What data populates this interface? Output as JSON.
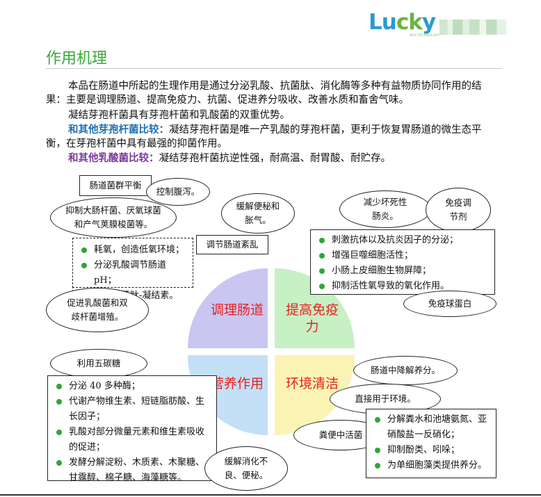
{
  "header": {
    "logo_prefix": "Lu",
    "logo_mid": "ck",
    "logo_suffix": "y",
    "logo_sub": "BIO-TECHNOLOGY",
    "title": "作用机理"
  },
  "body": {
    "p1": "本品在肠道中所起的生理作用是通过分泌乳酸、抗菌肽、消化酶等多种有益物质协同作用的结果：主要是调理肠道、提高免疫力、抗菌、促进养分吸收、改善水质和畜舍气味。",
    "p2": "凝结芽孢杆菌具有芽孢杆菌和乳酸菌的双重优势。",
    "p3_label": "和其他芽孢杆菌比较：",
    "p3_text": "凝结芽孢杆菌是唯一产乳酸的芽孢杆菌，更利于恢复胃肠道的微生态平衡，在芽孢杆菌中具有最强的抑菌作用。",
    "p4_label": "和其他乳酸菌比较：",
    "p4_text": "凝结芽孢杆菌抗逆性强，耐高温、耐胃酸、耐贮存。"
  },
  "diagram": {
    "quadrants": {
      "tl": "调理肠道",
      "tr": "提高免疫力",
      "bl": "营养作用",
      "br": "环境清洁"
    },
    "tl": {
      "box_title": "肠道菌群平衡",
      "ell_diarrhea": "控制腹泻。",
      "ell_inhibit": "抑制大肠杆菌、厌氧球菌和产气荚膜梭菌等。",
      "ell_constipation": "缓解便秘和胀气。",
      "box_disorder": "调节肠道紊乱",
      "list": [
        "耗氧，创造低氧环境；",
        "分泌乳酸调节肠道 pH；",
        "分泌抗菌肽-凝结素。"
      ],
      "ell_promote": "促进乳酸菌和双歧杆菌增殖。"
    },
    "tr": {
      "ell_necrotic": "减少坏死性肠炎。",
      "ell_immune": "免疫调节剂",
      "list": [
        "刺激抗体以及抗炎因子的分泌；",
        "增强巨噬细胞活性；",
        "小肠上皮细胞生物屏障；",
        "抑制活性氧导致的氧化作用。"
      ],
      "ell_globulin": "免疫球蛋白"
    },
    "bl": {
      "ell_xylose": "利用五碳糖",
      "list": [
        "分泌 40 多种酶；",
        "代谢产物维生素、短链脂肪酸、生长因子；",
        "乳酸对部分微量元素和维生素吸收的促进；",
        "发酵分解淀粉、木质素、木聚糖、甘露醇、棉子糖、海藻糖等。"
      ],
      "ell_digest": "缓解消化不良、便秘。"
    },
    "br": {
      "ell_degrade": "肠道中降解养分。",
      "ell_env": "直接用于环境。",
      "ell_feces": "粪便中活菌",
      "list": [
        "分解粪水和池塘氨氮、亚硝酸盐一反硝化；",
        "抑制酚类、吲哚；",
        "为单细胞藻类提供养分。"
      ]
    }
  }
}
